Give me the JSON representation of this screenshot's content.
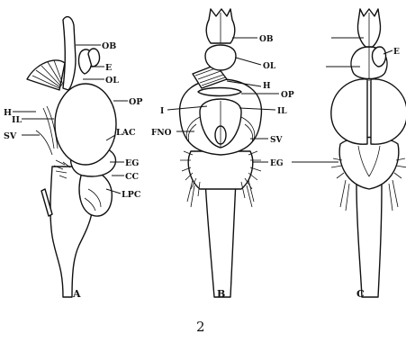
{
  "figure_number": "2",
  "panels": {
    "A": {
      "letter": "A",
      "labels": {
        "OB": "OB",
        "E": "E",
        "OL": "OL",
        "OP": "OP",
        "H": "H",
        "IL": "IL",
        "SV": "SV",
        "LAC": "LAC",
        "EG": "EG",
        "CC": "CC",
        "LPC": "LPC"
      }
    },
    "B": {
      "letter": "B",
      "labels": {
        "OB": "OB",
        "OL": "OL",
        "H": "H",
        "OP": "OP",
        "I": "I",
        "IL": "IL",
        "FNO": "FNO",
        "SV": "SV",
        "EG": "EG"
      }
    },
    "C": {
      "letter": "C",
      "labels": {
        "E": "E"
      }
    }
  }
}
